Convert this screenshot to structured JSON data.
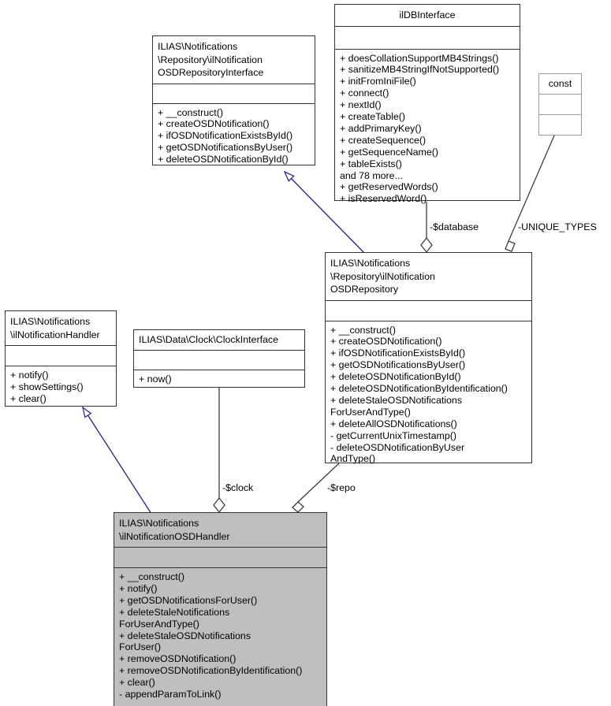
{
  "diagram": {
    "type": "uml-class-diagram",
    "background": "#ffffff",
    "inheritance_color": "#2a2a8c",
    "association_color": "#3d3d3d",
    "filled_class_color": "#bfbfbf"
  },
  "classes": {
    "db_interface": {
      "name": "ilDBInterface",
      "attributes": [],
      "methods": [
        "+ doesCollationSupportMB4Strings()",
        "+ sanitizeMB4StringIfNotSupported()",
        "+ initFromIniFile()",
        "+ connect()",
        "+ nextId()",
        "+ createTable()",
        "+ addPrimaryKey()",
        "+ createSequence()",
        "+ getSequenceName()",
        "+ tableExists()",
        "and 78 more...",
        "+ getReservedWords()",
        "+ isReservedWord()"
      ]
    },
    "osd_repository_interface": {
      "name": "ILIAS\\Notifications\n\\Repository\\ilNotification\n    OSDRepositoryInterface",
      "attributes": [],
      "methods": [
        "+ __construct()",
        "+ createOSDNotification()",
        "+ ifOSDNotificationExistsById()",
        "+ getOSDNotificationsByUser()",
        "+ deleteOSDNotificationById()"
      ]
    },
    "const_box": {
      "name": "const",
      "attributes": [],
      "methods": []
    },
    "osd_repository": {
      "name": "ILIAS\\Notifications\n\\Repository\\ilNotification\n          OSDRepository",
      "attributes": [],
      "methods": [
        "+ __construct()",
        "+ createOSDNotification()",
        "+ ifOSDNotificationExistsById()",
        "+ getOSDNotificationsByUser()",
        "+ deleteOSDNotificationById()",
        "+ deleteOSDNotificationByIdentification()",
        "+ deleteStaleOSDNotifications\nForUserAndType()",
        "+ deleteAllOSDNotifications()",
        "- getCurrentUnixTimestamp()",
        "- deleteOSDNotificationByUser\nAndType()"
      ]
    },
    "notification_handler": {
      "name": "ILIAS\\Notifications\n\\ilNotificationHandler",
      "attributes": [],
      "methods": [
        "+ notify()",
        "+ showSettings()",
        "+ clear()"
      ]
    },
    "clock_interface": {
      "name": "ILIAS\\Data\\Clock\\ClockInterface",
      "attributes": [],
      "methods": [
        "+ now()"
      ]
    },
    "osd_handler": {
      "name": "ILIAS\\Notifications\n        \\ilNotificationOSDHandler",
      "attributes": [],
      "methods": [
        "+ __construct()",
        "+ notify()",
        "+ getOSDNotificationsForUser()",
        "+ deleteStaleNotifications\nForUserAndType()",
        "+ deleteStaleOSDNotifications\nForUser()",
        "+ removeOSDNotification()",
        "+ removeOSDNotificationByIdentification()",
        "+ clear()",
        "- appendParamToLink()"
      ]
    }
  },
  "relations": {
    "database": {
      "label": "-$database",
      "kind": "aggregation"
    },
    "unique_types": {
      "label": "-UNIQUE_TYPES",
      "kind": "composition-square"
    },
    "clock": {
      "label": "-$clock",
      "kind": "aggregation"
    },
    "repo": {
      "label": "-$repo",
      "kind": "composition-square"
    }
  }
}
